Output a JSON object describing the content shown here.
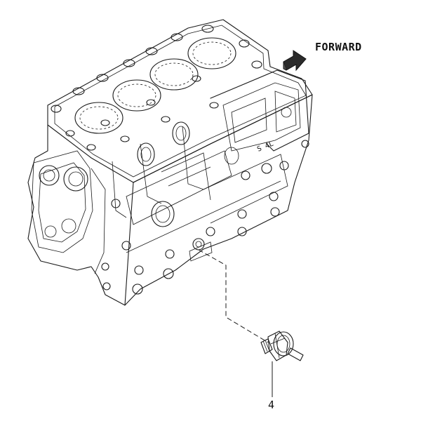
{
  "diagram": {
    "forward_label": "FORWARD",
    "cast_mark": "S 4L",
    "callouts": [
      {
        "number": "4"
      }
    ]
  }
}
